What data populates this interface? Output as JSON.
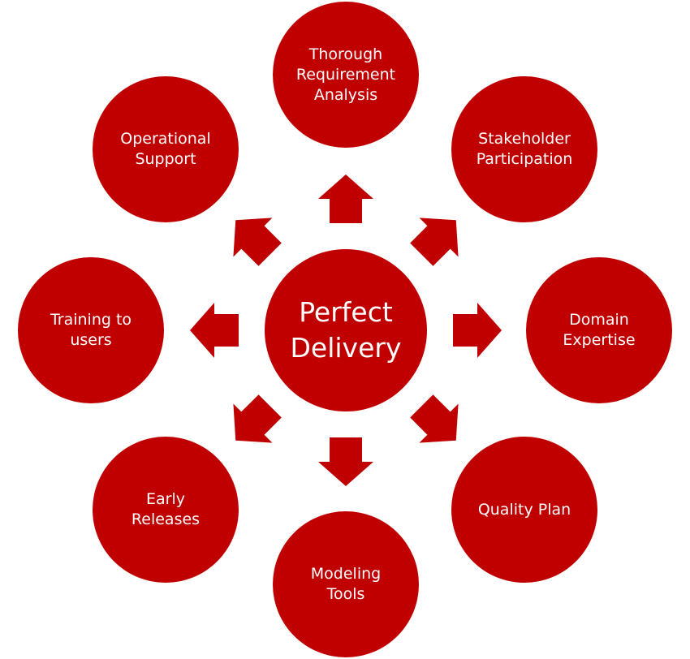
{
  "theme": {
    "node_color": "#c00000",
    "arrow_color": "#c00000",
    "text_color": "#ffffff",
    "background": "#ffffff"
  },
  "center": {
    "label": "Perfect\nDelivery"
  },
  "nodes": [
    {
      "label": "Thorough\nRequirement\nAnalysis"
    },
    {
      "label": "Stakeholder\nParticipation"
    },
    {
      "label": "Domain\nExpertise"
    },
    {
      "label": "Quality Plan"
    },
    {
      "label": "Modeling\nTools"
    },
    {
      "label": "Early\nReleases"
    },
    {
      "label": "Training to\nusers"
    },
    {
      "label": "Operational\nSupport"
    }
  ]
}
